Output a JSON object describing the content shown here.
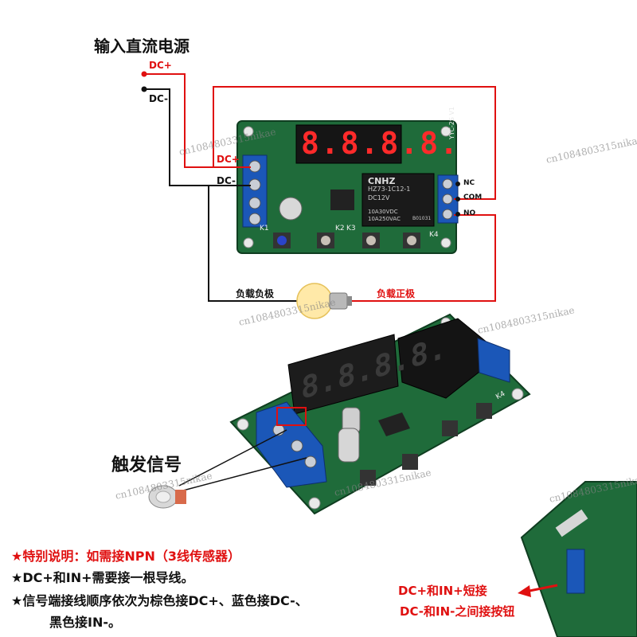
{
  "labels": {
    "title": "输入直流电源",
    "dc_plus_top": "DC+",
    "dc_minus_top": "DC-",
    "dc_plus_board": "DC+",
    "dc_minus_board": "DC-",
    "nc": "NC",
    "com": "COM",
    "no": "NO",
    "load_negative": "负载负极",
    "load_positive": "负载正极",
    "trigger_signal": "触发信号"
  },
  "board": {
    "display_top": "8.8.8.8.",
    "display_bottom": "8.8.8.8.",
    "relay_brand": "CNHZ",
    "relay_model": "HZ73-1C12-1",
    "relay_coil": "DC12V",
    "relay_rating1": "10A30VDC",
    "relay_rating2": "10A250VAC",
    "relay_code": "B01031",
    "model": "YYC-2S V1",
    "keys": [
      "K1",
      "K2",
      "K3",
      "K4"
    ],
    "k4_bottom": "K4"
  },
  "notes": {
    "line1": "★特别说明：如需接NPN（3线传感器）",
    "line2": "★DC+和IN+需要接一根导线。",
    "line3": "★信号端接线顺序依次为棕色接DC+、蓝色接DC-、",
    "line4": "黑色接IN-。"
  },
  "side": {
    "line1": "DC+和IN+短接",
    "line2": "DC-和IN-之间接按钮"
  },
  "watermark": "cn1084803315nikae",
  "colors": {
    "red_wire": "#e01010",
    "black_wire": "#111111",
    "pcb": "#1f6b3a",
    "terminal": "#1b57b8",
    "display_red": "#ff2a2a"
  }
}
